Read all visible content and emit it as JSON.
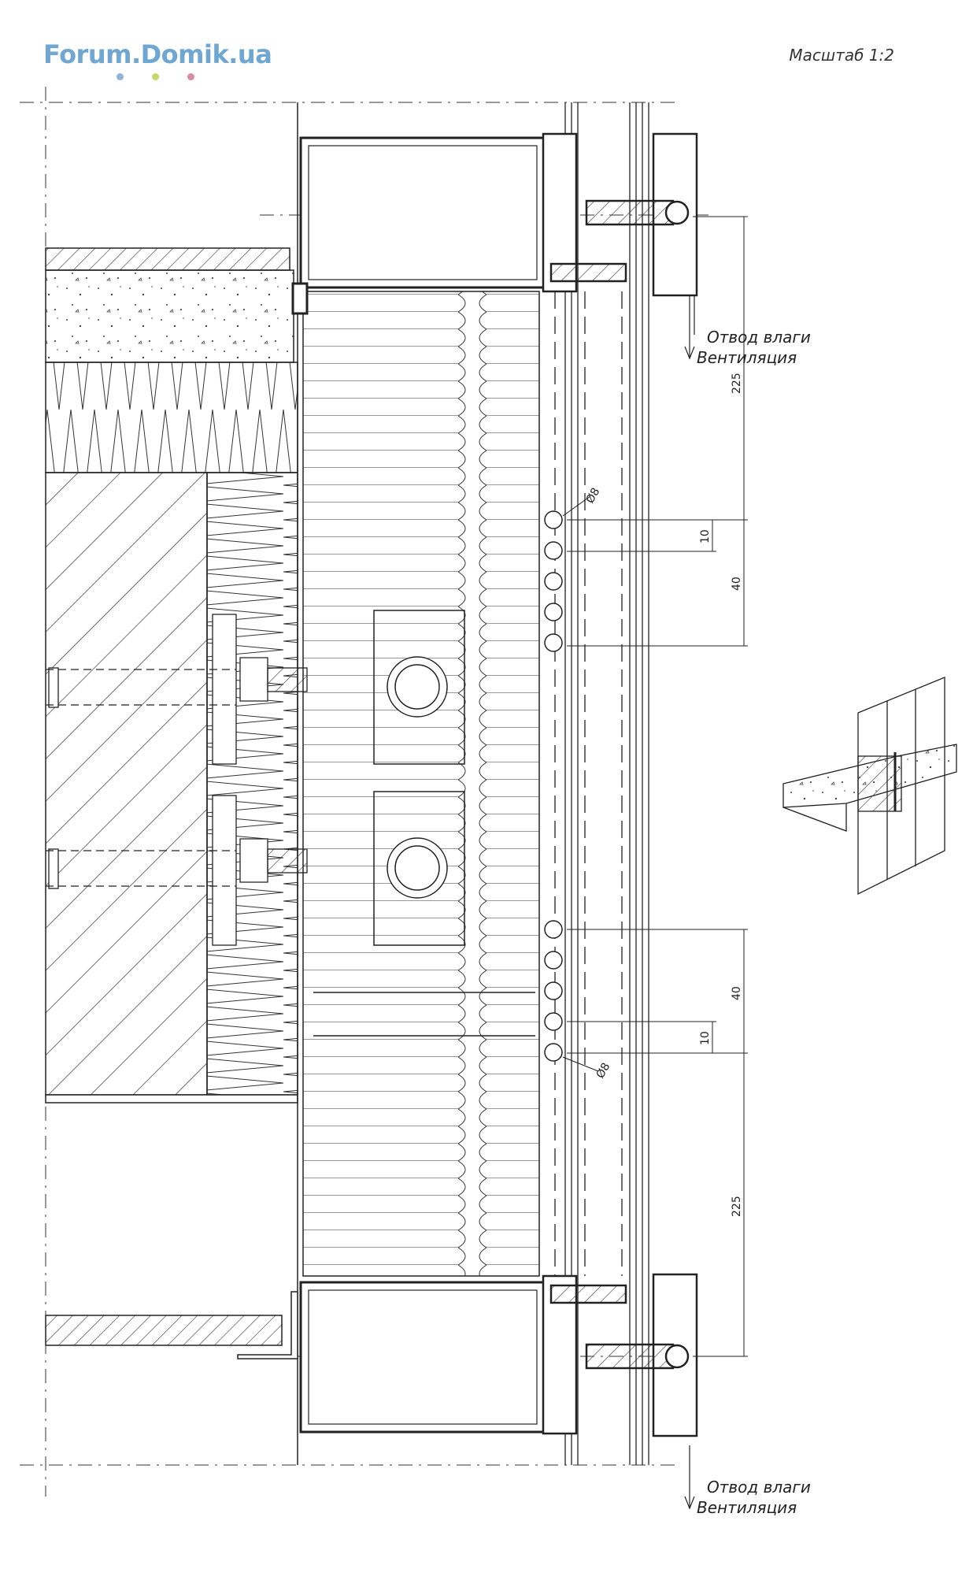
{
  "header": {
    "logo_text": "Forum.Domik.ua",
    "logo_dot_colors": [
      "#8fb3d9",
      "#c8d86a",
      "#d98aa4"
    ],
    "scale_label": "Масштаб 1:2"
  },
  "annotations": {
    "top_drain": "Отвод влаги",
    "top_vent": "Вентиляция",
    "bottom_drain": "Отвод влаги",
    "bottom_vent": "Вентиляция"
  },
  "dimensions": {
    "top_span": "225",
    "top_gap": "10",
    "top_holes": "40",
    "top_diameter": "Ø8",
    "bottom_holes": "40",
    "bottom_gap": "10",
    "bottom_diameter": "Ø8",
    "bottom_span": "225"
  },
  "colors": {
    "line": "#222222",
    "logo": "#6fa6d2"
  }
}
